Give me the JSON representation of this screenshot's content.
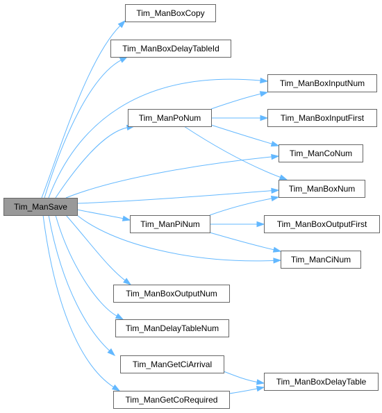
{
  "graph": {
    "nodes": [
      {
        "id": "save",
        "label": "Tim_ManSave",
        "root": true
      },
      {
        "id": "copy",
        "label": "Tim_ManBoxCopy"
      },
      {
        "id": "delaytid",
        "label": "Tim_ManBoxDelayTableId"
      },
      {
        "id": "inputnum",
        "label": "Tim_ManBoxInputNum"
      },
      {
        "id": "ponum",
        "label": "Tim_ManPoNum"
      },
      {
        "id": "inputfirst",
        "label": "Tim_ManBoxInputFirst"
      },
      {
        "id": "conum",
        "label": "Tim_ManCoNum"
      },
      {
        "id": "boxnum",
        "label": "Tim_ManBoxNum"
      },
      {
        "id": "pinum",
        "label": "Tim_ManPiNum"
      },
      {
        "id": "outputfirst",
        "label": "Tim_ManBoxOutputFirst"
      },
      {
        "id": "cinum",
        "label": "Tim_ManCiNum"
      },
      {
        "id": "outputnum",
        "label": "Tim_ManBoxOutputNum"
      },
      {
        "id": "delaynum",
        "label": "Tim_ManDelayTableNum"
      },
      {
        "id": "ciarrival",
        "label": "Tim_ManGetCiArrival"
      },
      {
        "id": "delaytable",
        "label": "Tim_ManBoxDelayTable"
      },
      {
        "id": "corequired",
        "label": "Tim_ManGetCoRequired"
      }
    ],
    "edges": [
      {
        "from": "save",
        "to": "copy"
      },
      {
        "from": "save",
        "to": "delaytid"
      },
      {
        "from": "save",
        "to": "inputnum"
      },
      {
        "from": "save",
        "to": "ponum"
      },
      {
        "from": "save",
        "to": "conum"
      },
      {
        "from": "save",
        "to": "boxnum"
      },
      {
        "from": "save",
        "to": "pinum"
      },
      {
        "from": "save",
        "to": "cinum"
      },
      {
        "from": "save",
        "to": "outputnum"
      },
      {
        "from": "save",
        "to": "delaynum"
      },
      {
        "from": "save",
        "to": "ciarrival"
      },
      {
        "from": "save",
        "to": "corequired"
      },
      {
        "from": "ponum",
        "to": "inputnum"
      },
      {
        "from": "ponum",
        "to": "inputfirst"
      },
      {
        "from": "ponum",
        "to": "conum"
      },
      {
        "from": "ponum",
        "to": "boxnum"
      },
      {
        "from": "pinum",
        "to": "boxnum"
      },
      {
        "from": "pinum",
        "to": "outputfirst"
      },
      {
        "from": "pinum",
        "to": "cinum"
      },
      {
        "from": "ciarrival",
        "to": "delaytable"
      },
      {
        "from": "corequired",
        "to": "delaytable"
      }
    ]
  },
  "colors": {
    "edge": "#63b8ff",
    "node_border": "#666666",
    "node_fill": "#ffffff",
    "root_fill": "#999999",
    "text": "#000000"
  }
}
